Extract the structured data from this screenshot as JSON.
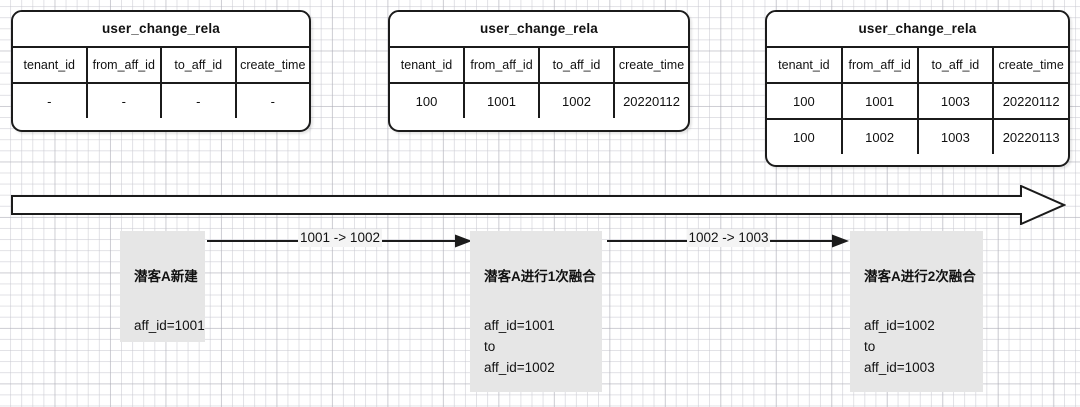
{
  "diagram": {
    "background": "#ffffff",
    "grid_color": "#c8c8d0",
    "box_fill": "#e6e6e6",
    "line_color": "#1b1b1b"
  },
  "tables": [
    {
      "title": "user_change_rela",
      "columns": [
        "tenant_id",
        "from_aff_id",
        "to_aff_id",
        "create_time"
      ],
      "rows": [
        [
          "-",
          "-",
          "-",
          "-"
        ]
      ]
    },
    {
      "title": "user_change_rela",
      "columns": [
        "tenant_id",
        "from_aff_id",
        "to_aff_id",
        "create_time"
      ],
      "rows": [
        [
          "100",
          "1001",
          "1002",
          "20220112"
        ]
      ]
    },
    {
      "title": "user_change_rela",
      "columns": [
        "tenant_id",
        "from_aff_id",
        "to_aff_id",
        "create_time"
      ],
      "rows": [
        [
          "100",
          "1001",
          "1003",
          "20220112"
        ],
        [
          "100",
          "1002",
          "1003",
          "20220113"
        ]
      ]
    }
  ],
  "stages": [
    {
      "title": "潜客A新建",
      "lines": [
        "aff_id=1001"
      ]
    },
    {
      "title": "潜客A进行1次融合",
      "lines": [
        "aff_id=1001",
        "to",
        "aff_id=1002"
      ]
    },
    {
      "title": "潜客A进行2次融合",
      "lines": [
        "aff_id=1002",
        "to",
        "aff_id=1003"
      ]
    }
  ],
  "connectors": [
    {
      "label": "1001 -> 1002"
    },
    {
      "label": "1002 -> 1003"
    }
  ]
}
